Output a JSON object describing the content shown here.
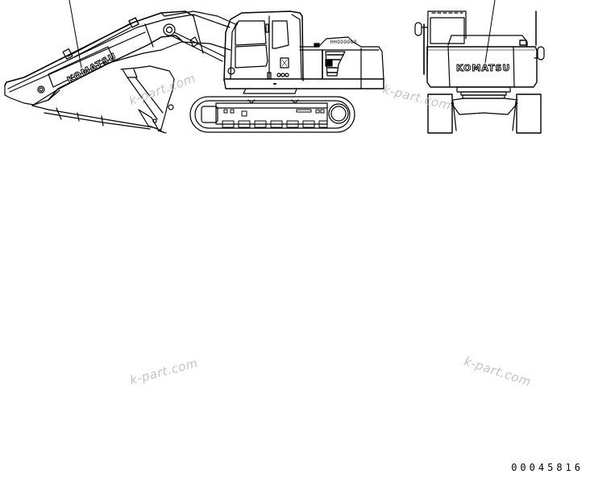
{
  "drawing": {
    "subject": "Excavator decal positions",
    "views": [
      {
        "name": "side-view",
        "decal_text": "KOMATSU",
        "decal_location": "boom side"
      },
      {
        "name": "rear-view",
        "decal_text": "KOMATSU",
        "decal_location": "counterweight rear"
      }
    ],
    "counterweight_label": "HHOOOOOO",
    "illustration_number": "00045816"
  },
  "watermarks": [
    {
      "text": "k-part.com"
    },
    {
      "text": "k-part.com"
    },
    {
      "text": "k-part.com"
    },
    {
      "text": "k-part.com"
    }
  ],
  "colors": {
    "line": "#000000",
    "background": "#ffffff",
    "watermark": "#c4c4c4"
  }
}
